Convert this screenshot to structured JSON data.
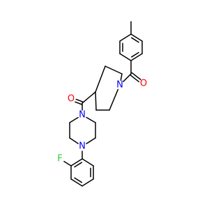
{
  "molecule": {
    "bond_color": "#000000",
    "atoms": [
      {
        "id": "me_c",
        "element": "C",
        "label": "",
        "color": "#000000"
      },
      {
        "id": "t1",
        "element": "C",
        "label": "",
        "color": "#000000"
      },
      {
        "id": "t2",
        "element": "C",
        "label": "",
        "color": "#000000"
      },
      {
        "id": "t3",
        "element": "C",
        "label": "",
        "color": "#000000"
      },
      {
        "id": "t4",
        "element": "C",
        "label": "",
        "color": "#000000"
      },
      {
        "id": "t5",
        "element": "C",
        "label": "",
        "color": "#000000"
      },
      {
        "id": "t6",
        "element": "C",
        "label": "",
        "color": "#000000"
      },
      {
        "id": "co1_c",
        "element": "C",
        "label": "",
        "color": "#000000"
      },
      {
        "id": "o1",
        "element": "O",
        "label": "O",
        "color": "#ff0000"
      },
      {
        "id": "n1",
        "element": "N",
        "label": "N",
        "color": "#0000ff"
      },
      {
        "id": "p_a",
        "element": "C",
        "label": "",
        "color": "#000000"
      },
      {
        "id": "p_b",
        "element": "C",
        "label": "",
        "color": "#000000"
      },
      {
        "id": "p_c4",
        "element": "C",
        "label": "",
        "color": "#000000"
      },
      {
        "id": "p_d",
        "element": "C",
        "label": "",
        "color": "#000000"
      },
      {
        "id": "p_e",
        "element": "C",
        "label": "",
        "color": "#000000"
      },
      {
        "id": "co2_c",
        "element": "C",
        "label": "",
        "color": "#000000"
      },
      {
        "id": "o2",
        "element": "O",
        "label": "O",
        "color": "#ff0000"
      },
      {
        "id": "n2",
        "element": "N",
        "label": "N",
        "color": "#0000ff"
      },
      {
        "id": "z_a",
        "element": "C",
        "label": "",
        "color": "#000000"
      },
      {
        "id": "z_b",
        "element": "C",
        "label": "",
        "color": "#000000"
      },
      {
        "id": "n3",
        "element": "N",
        "label": "N",
        "color": "#0000ff"
      },
      {
        "id": "z_c",
        "element": "C",
        "label": "",
        "color": "#000000"
      },
      {
        "id": "z_d",
        "element": "C",
        "label": "",
        "color": "#000000"
      },
      {
        "id": "f1",
        "element": "C",
        "label": "",
        "color": "#000000"
      },
      {
        "id": "f2",
        "element": "C",
        "label": "",
        "color": "#000000"
      },
      {
        "id": "fl",
        "element": "F",
        "label": "F",
        "color": "#33cc33"
      },
      {
        "id": "f3",
        "element": "C",
        "label": "",
        "color": "#000000"
      },
      {
        "id": "f4",
        "element": "C",
        "label": "",
        "color": "#000000"
      },
      {
        "id": "f5",
        "element": "C",
        "label": "",
        "color": "#000000"
      },
      {
        "id": "f6",
        "element": "C",
        "label": "",
        "color": "#000000"
      }
    ],
    "bonds": [
      {
        "from": "me_c",
        "to": "t1",
        "order": 1
      },
      {
        "from": "t1",
        "to": "t2",
        "order": 2
      },
      {
        "from": "t2",
        "to": "t3",
        "order": 1
      },
      {
        "from": "t3",
        "to": "t4",
        "order": 2
      },
      {
        "from": "t4",
        "to": "t5",
        "order": 1
      },
      {
        "from": "t5",
        "to": "t6",
        "order": 2
      },
      {
        "from": "t6",
        "to": "t1",
        "order": 1
      },
      {
        "from": "t4",
        "to": "co1_c",
        "order": 1
      },
      {
        "from": "co1_c",
        "to": "o1",
        "order": 2
      },
      {
        "from": "co1_c",
        "to": "n1",
        "order": 1
      },
      {
        "from": "n1",
        "to": "p_a",
        "order": 1
      },
      {
        "from": "p_a",
        "to": "p_b",
        "order": 1
      },
      {
        "from": "p_b",
        "to": "p_c4",
        "order": 1
      },
      {
        "from": "p_c4",
        "to": "p_d",
        "order": 1
      },
      {
        "from": "p_d",
        "to": "p_e",
        "order": 1
      },
      {
        "from": "p_e",
        "to": "n1",
        "order": 1
      },
      {
        "from": "p_c4",
        "to": "co2_c",
        "order": 1
      },
      {
        "from": "co2_c",
        "to": "o2",
        "order": 2
      },
      {
        "from": "co2_c",
        "to": "n2",
        "order": 1
      },
      {
        "from": "n2",
        "to": "z_a",
        "order": 1
      },
      {
        "from": "z_a",
        "to": "z_b",
        "order": 1
      },
      {
        "from": "z_b",
        "to": "n3",
        "order": 1
      },
      {
        "from": "n3",
        "to": "z_c",
        "order": 1
      },
      {
        "from": "z_c",
        "to": "z_d",
        "order": 1
      },
      {
        "from": "z_d",
        "to": "n2",
        "order": 1
      },
      {
        "from": "n3",
        "to": "f1",
        "order": 1
      },
      {
        "from": "f1",
        "to": "f2",
        "order": 2
      },
      {
        "from": "f2",
        "to": "fl",
        "order": 1
      },
      {
        "from": "f2",
        "to": "f3",
        "order": 1
      },
      {
        "from": "f3",
        "to": "f4",
        "order": 2
      },
      {
        "from": "f4",
        "to": "f5",
        "order": 1
      },
      {
        "from": "f5",
        "to": "f6",
        "order": 2
      },
      {
        "from": "f6",
        "to": "f1",
        "order": 1
      }
    ]
  }
}
